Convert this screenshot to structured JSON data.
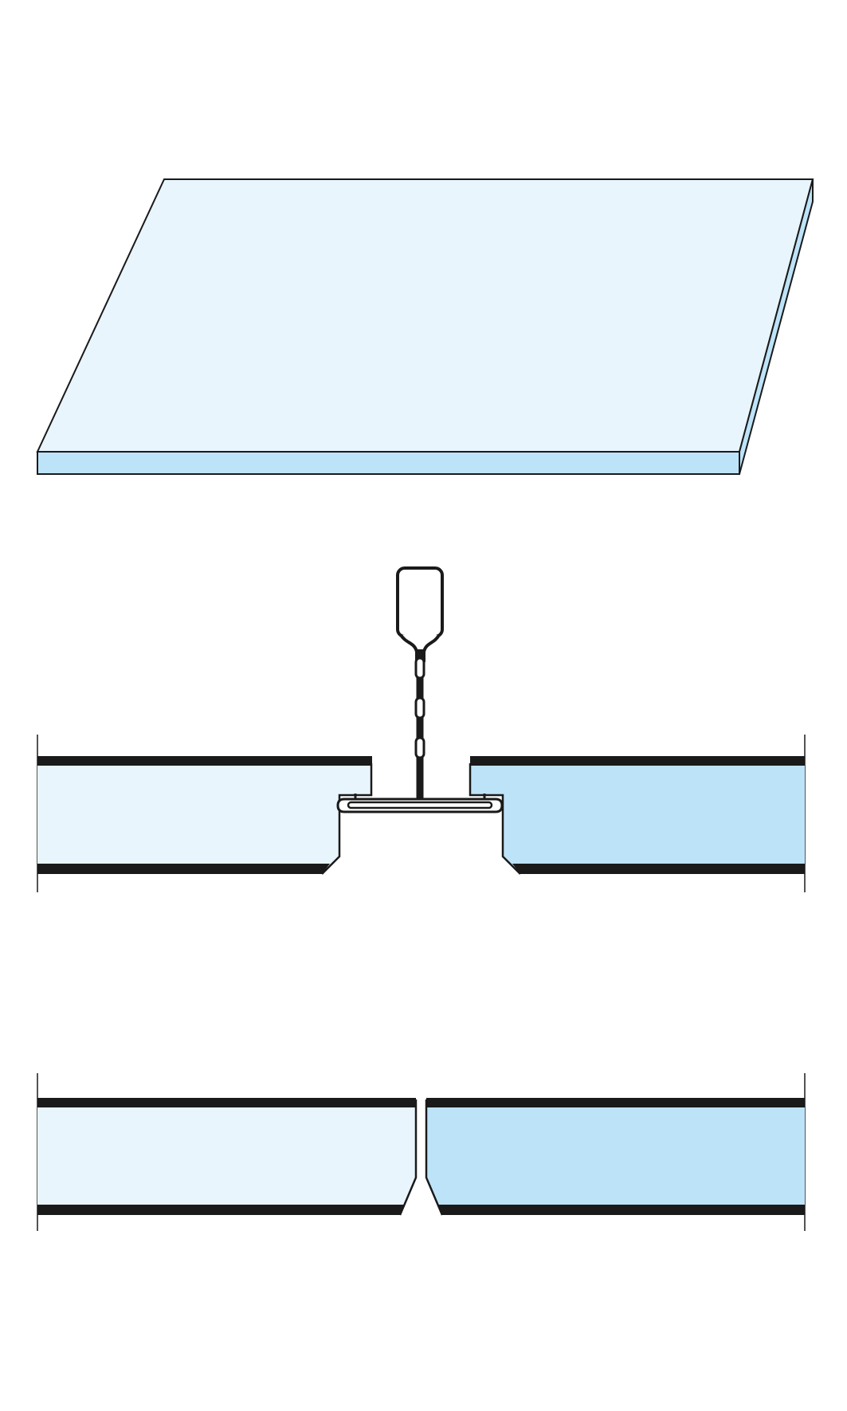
{
  "colors": {
    "background": "#ffffff",
    "outline": "#1a1a1a",
    "panel_light": "#e8f5fd",
    "panel_edge": "#bde3f8",
    "panel_dark": "#bde3f8",
    "profile_inner": "#ffffff"
  },
  "figures": [
    {
      "name": "panel-perspective-view"
    },
    {
      "name": "suspended-grid-joint-section"
    },
    {
      "name": "butt-joint-section"
    }
  ]
}
